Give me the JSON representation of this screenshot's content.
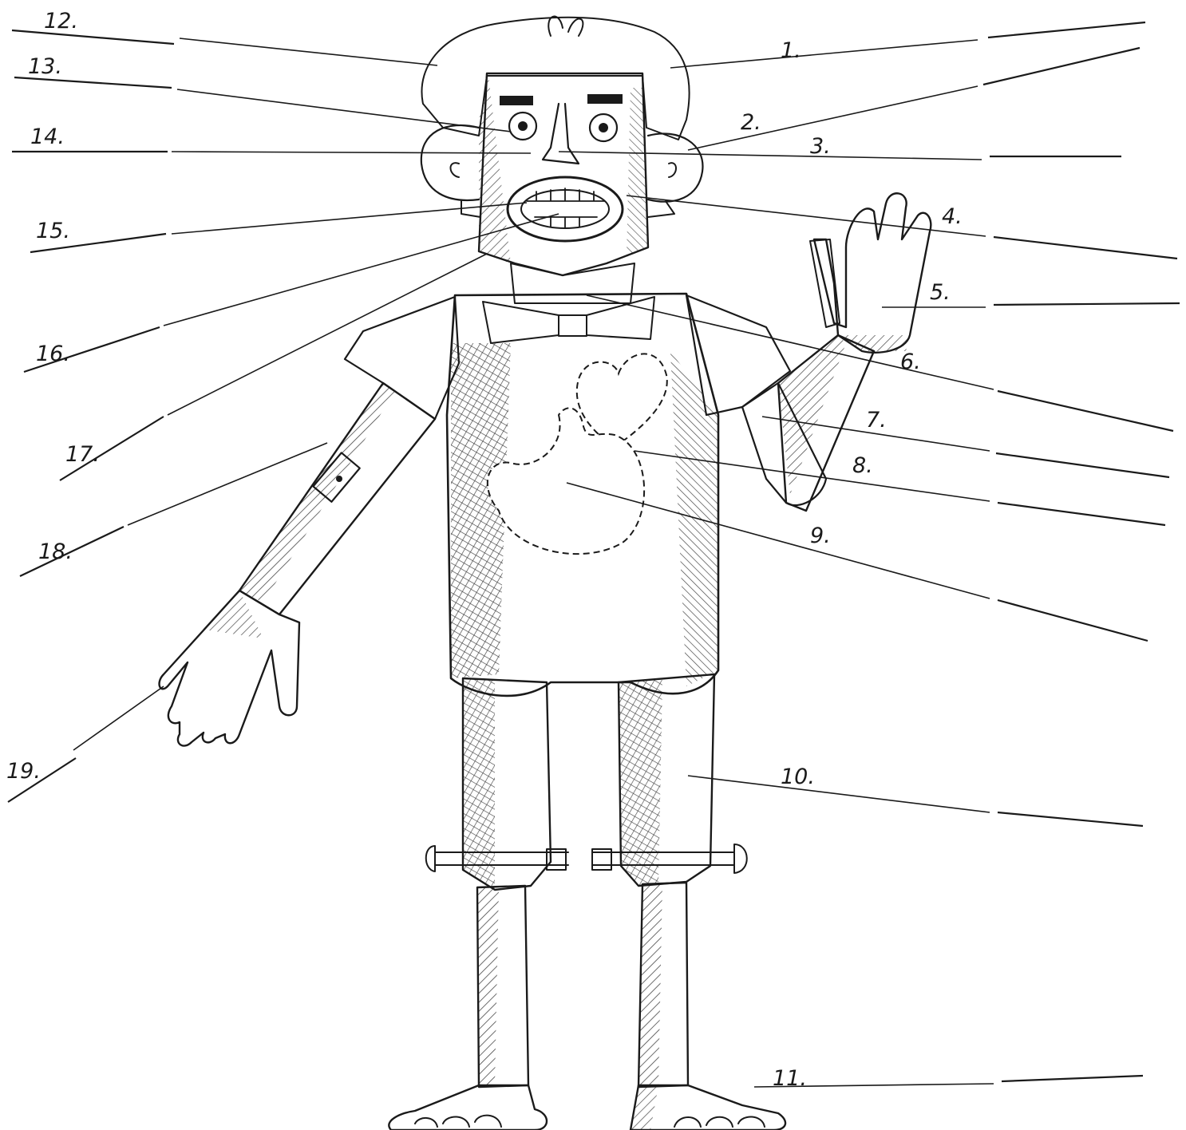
{
  "labels": {
    "l1": "1.",
    "l2": "2.",
    "l3": "3.",
    "l4": "4.",
    "l5": "5.",
    "l6": "6.",
    "l7": "7.",
    "l8": "8.",
    "l9": "9.",
    "l10": "10.",
    "l11": "11.",
    "l12": "12.",
    "l13": "13.",
    "l14": "14.",
    "l15": "15.",
    "l16": "16.",
    "l17": "17.",
    "l18": "18.",
    "l19": "19."
  },
  "colors": {
    "ink": "#1a1a1a",
    "paper": "#ffffff"
  }
}
